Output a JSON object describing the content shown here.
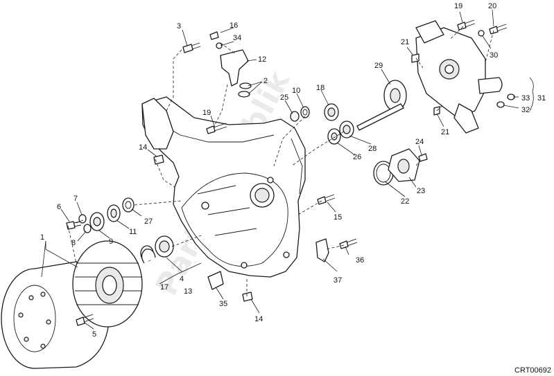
{
  "diagram": {
    "reference_code": "CRT00692",
    "watermark_text": "PartsRepublik",
    "callouts": [
      {
        "label": "1"
      },
      {
        "label": "2"
      },
      {
        "label": "3"
      },
      {
        "label": "4"
      },
      {
        "label": "5"
      },
      {
        "label": "6"
      },
      {
        "label": "7"
      },
      {
        "label": "8"
      },
      {
        "label": "9"
      },
      {
        "label": "10"
      },
      {
        "label": "11"
      },
      {
        "label": "12"
      },
      {
        "label": "13"
      },
      {
        "label": "14"
      },
      {
        "label": "14"
      },
      {
        "label": "15"
      },
      {
        "label": "16"
      },
      {
        "label": "17"
      },
      {
        "label": "18"
      },
      {
        "label": "19"
      },
      {
        "label": "19"
      },
      {
        "label": "20"
      },
      {
        "label": "21"
      },
      {
        "label": "21"
      },
      {
        "label": "22"
      },
      {
        "label": "23"
      },
      {
        "label": "24"
      },
      {
        "label": "25"
      },
      {
        "label": "26"
      },
      {
        "label": "27"
      },
      {
        "label": "28"
      },
      {
        "label": "29"
      },
      {
        "label": "30"
      },
      {
        "label": "31"
      },
      {
        "label": "32"
      },
      {
        "label": "33"
      },
      {
        "label": "34"
      },
      {
        "label": "35"
      },
      {
        "label": "36"
      },
      {
        "label": "37"
      }
    ]
  }
}
